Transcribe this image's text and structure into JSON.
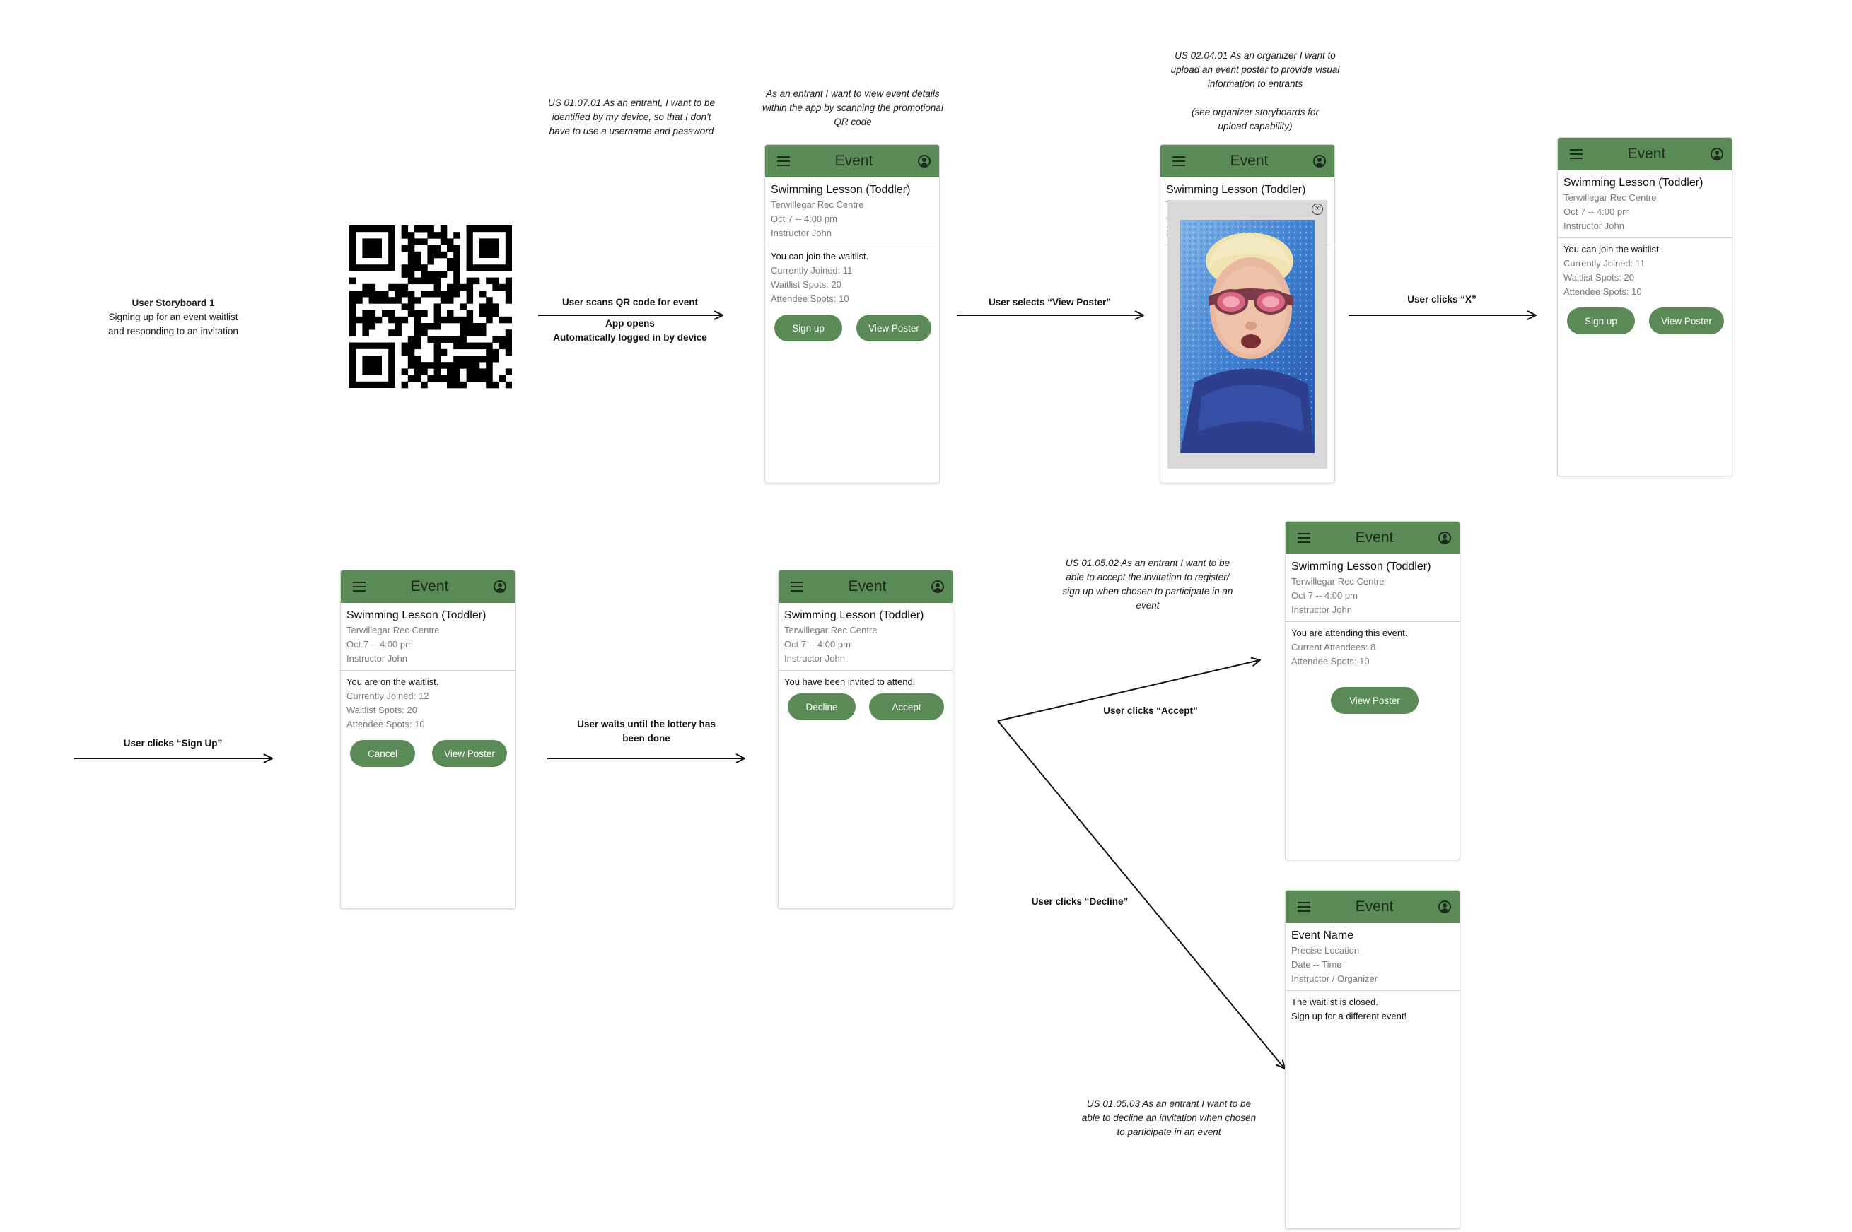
{
  "storyboard": {
    "title": "User Storyboard 1",
    "subtitle": "Signing up for an event waitlist and responding to an invitation"
  },
  "notes": {
    "us_010701": "US 01.07.01 As an entrant, I want to be identified by my device, so that I don't have to use a username and password",
    "view_details": "As an entrant I want to view event details within the app by scanning the promotional QR code",
    "us_020401": "US 02.04.01 As an organizer I want to upload an event poster to provide visual information to entrants",
    "us_020401_b": "(see organizer storyboards for upload capability)",
    "us_010502": "US 01.05.02 As an entrant I want to be able to accept the invitation to register/ sign up when chosen to participate in an event",
    "us_010503": "US 01.05.03 As an entrant I want to be able to decline an invitation when chosen to participate in an event"
  },
  "arrows": {
    "scan": "User scans QR code for event",
    "app_opens": "App opens",
    "auto_login": "Automatically logged in by device",
    "view_poster": "User selects “View Poster”",
    "click_x": "User clicks “X”",
    "sign_up": "User clicks “Sign Up”",
    "lottery": "User waits until the lottery has been done",
    "accept": "User clicks “Accept”",
    "decline": "User clicks “Decline”"
  },
  "app": {
    "title": "Event"
  },
  "event": {
    "name": "Swimming Lesson (Toddler)",
    "location": "Terwillegar Rec Centre",
    "datetime": "Oct 7 -- 4:00 pm",
    "instructor": "Instructor John"
  },
  "screen_join": {
    "status": "You can join the waitlist.",
    "joined": "Currently Joined: 11",
    "waitlist": "Waitlist Spots: 20",
    "attendee": "Attendee Spots: 10",
    "btn_left": "Sign up",
    "btn_right": "View Poster"
  },
  "screen_poster": {
    "close": "×"
  },
  "screen_waitlisted": {
    "status": "You are on the waitlist.",
    "joined": "Currently Joined: 12",
    "waitlist": "Waitlist Spots: 20",
    "attendee": "Attendee Spots: 10",
    "btn_left": "Cancel",
    "btn_right": "View Poster"
  },
  "screen_invited": {
    "status": "You have been invited to attend!",
    "btn_left": "Decline",
    "btn_right": "Accept"
  },
  "screen_attending": {
    "status": "You are attending this event.",
    "attendees": "Current Attendees: 8",
    "attendee": "Attendee Spots: 10",
    "btn": "View Poster"
  },
  "screen_closed": {
    "name": "Event Name",
    "location": "Precise Location",
    "datetime": "Date -- Time",
    "instructor": "Instructor / Organizer",
    "line1": "The waitlist is closed.",
    "line2": "Sign up for a different event!"
  }
}
